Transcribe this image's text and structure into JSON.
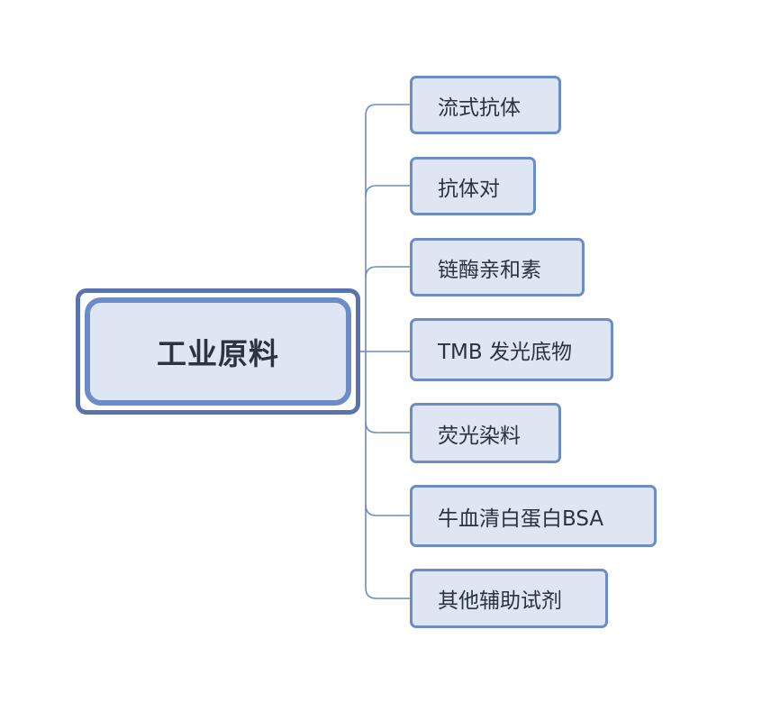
{
  "root": {
    "label": "工业原料"
  },
  "branches": [
    {
      "label": "流式抗体"
    },
    {
      "label": "抗体对"
    },
    {
      "label": "链酶亲和素"
    },
    {
      "label": "TMB 发光底物"
    },
    {
      "label": "荧光染料"
    },
    {
      "label": "牛血清白蛋白BSA"
    },
    {
      "label": "其他辅助试剂"
    }
  ],
  "colors": {
    "node_fill": "#dfe6f3",
    "node_border": "#6c8cc8",
    "root_outer_border": "#5a72ad",
    "connector": "#6c8cc8",
    "text": "#2a3240"
  }
}
